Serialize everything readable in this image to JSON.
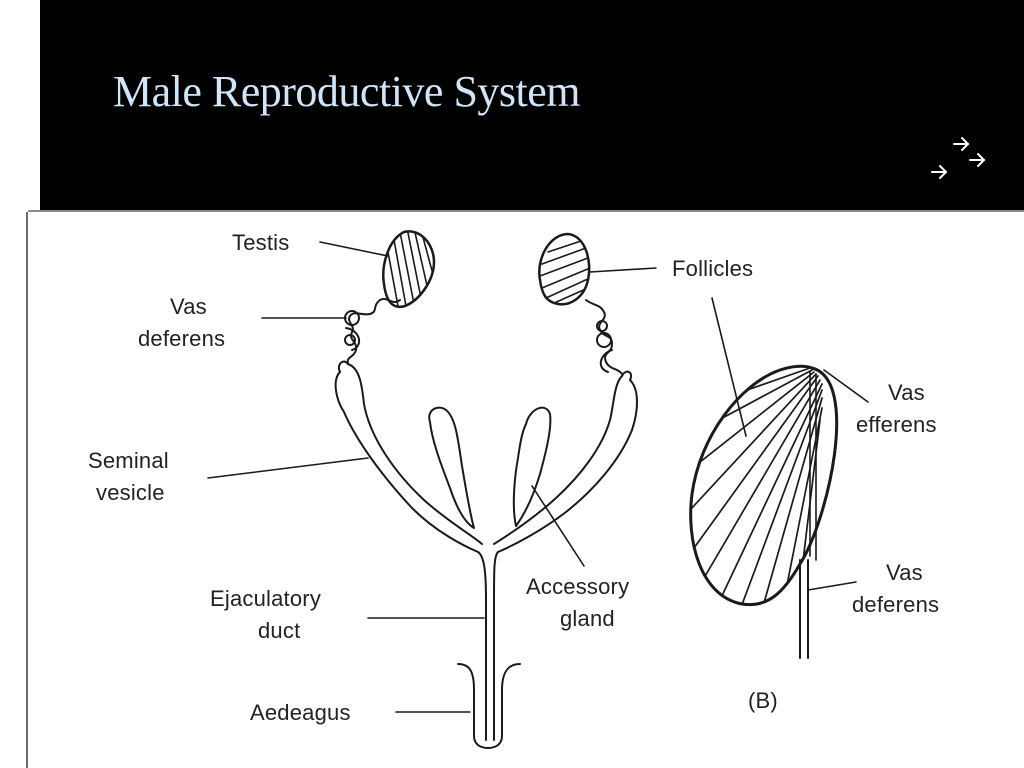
{
  "slide": {
    "title": "Male Reproductive System"
  },
  "diagram": {
    "labels": {
      "testis": "Testis",
      "vas_deferens_1": "Vas",
      "vas_deferens_2": "deferens",
      "seminal_vesicle_1": "Seminal",
      "seminal_vesicle_2": "vesicle",
      "ejaculatory_duct_1": "Ejaculatory",
      "ejaculatory_duct_2": "duct",
      "aedeagus": "Aedeagus",
      "follicles": "Follicles",
      "accessory_gland_1": "Accessory",
      "accessory_gland_2": "gland",
      "vas_efferens_1": "Vas",
      "vas_efferens_2": "efferens",
      "vas_deferens_b_1": "Vas",
      "vas_deferens_b_2": "deferens",
      "panel_b": "(B)"
    }
  },
  "colors": {
    "header_background": "#000000",
    "title_color": "#cfe6fa",
    "line_color": "#1a1a1a",
    "slide_background": "#ffffff"
  },
  "icons": [
    "decorative-bars-icon",
    "arrow-cluster-icon"
  ]
}
